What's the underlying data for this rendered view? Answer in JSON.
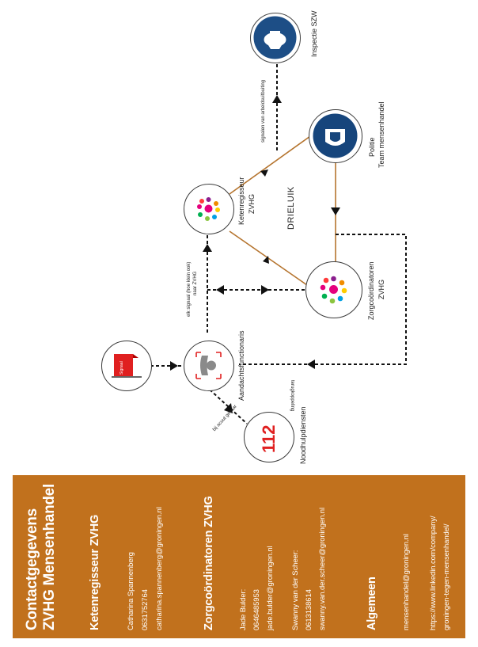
{
  "contact": {
    "title_line1": "Contactgegevens",
    "title_line2": "ZVHG Mensenhandel",
    "keten_heading": "Ketenregisseur ZVHG",
    "keten_name": "Catharina Spannenberg",
    "keten_phone": "0631752764",
    "keten_email": "catharina.spannenberg@groningen.nl",
    "zorg_heading": "Zorgcoördinatoren ZVHG",
    "jade_name": "Jade Bulder:",
    "jade_phone": "0646485953",
    "jade_email": "jade.bulder@groningen.nl",
    "swanny_name": "Swanny van der Scheer:",
    "swanny_phone": "0613138614",
    "swanny_email": "swanny.van.der.scheer@groningen.nl",
    "alg_heading": "Algemeen",
    "alg_email": "mensenhandel@groningen.nl",
    "alg_url_line1": "https://www.linkedin.com/company/",
    "alg_url_line2": "groningen-tegen-mensenhandel/"
  },
  "diagram": {
    "inspectie_label": "Inspectie SZW",
    "politie_line1": "Politie",
    "politie_line2": "Team mensenhandel",
    "keten_line1": "Ketenregisseur",
    "keten_line2": "ZVHG",
    "drieluik": "DRIELUIK",
    "zorg_line1": "Zorgcoördinatoren",
    "zorg_line2": "ZVHG",
    "aandacht_label": "Aandachtsfunctionaris",
    "nood_label": "Noodhulpdiensten",
    "nood_number": "112",
    "signaal_badge": "Signaal",
    "edge_arbeid": "signalen van arbeidsuitbuiting",
    "edge_signaal_line1": "elk signaal (hoe klein ook)",
    "edge_signaal_line2": "naar ZVHG",
    "edge_acuut": "bij acuut gevaar",
    "edge_terug": "terugkoppeling"
  },
  "colors": {
    "panel_bg": "#c1711d",
    "triangle_line": "#b5742e",
    "inspectie_blue": "#1d4e86",
    "politie_blue": "#16457c",
    "alarm_red": "#e02020"
  }
}
